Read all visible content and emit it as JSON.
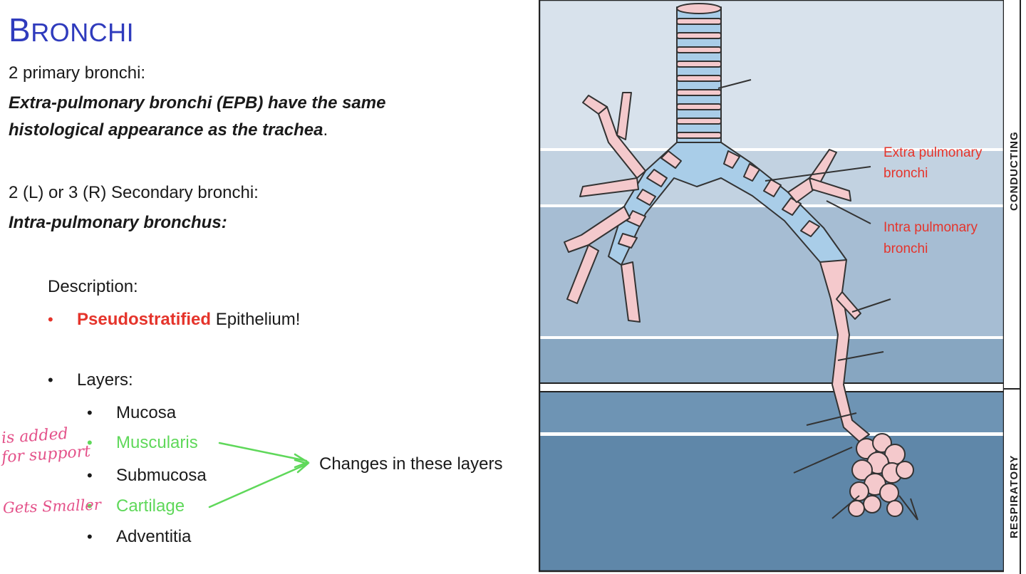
{
  "slide": {
    "title_initial": "B",
    "title_rest": "RONCHI",
    "primary_heading": "2 primary bronchi:",
    "epb_line1": "Extra-pulmonary bronchi (EPB) have the same",
    "epb_line2": "histological appearance as the trachea",
    "epb_period": ".",
    "secondary_heading": "2 (L) or 3 (R) Secondary bronchi:",
    "ipb_heading": "Intra-pulmonary bronchus:",
    "description_label": "Description:",
    "epithelium_highlight": "Pseudostratified",
    "epithelium_rest": " Epithelium!",
    "layers_label": "Layers:",
    "layers": [
      "Mucosa",
      "Muscularis",
      "Submucosa",
      "Cartilage",
      "Adventitia"
    ],
    "changes_note": "Changes in these layers",
    "bullet_glyph": "•"
  },
  "handwritten": {
    "muscularis_note_line1": "is added",
    "muscularis_note_line2": "for support",
    "cartilage_note": "Gets Smaller"
  },
  "diagram": {
    "label_extra_line1": "Extra pulmonary",
    "label_extra_line2": "bronchi",
    "label_intra_line1": "Intra pulmonary",
    "label_intra_line2": "bronchi",
    "side_conducting": "CONDUCTING",
    "side_respiratory": "RESPIRATORY"
  },
  "colors": {
    "title_blue": "#2f3bbd",
    "highlight_red": "#e5342b",
    "highlight_green": "#5fd85a",
    "handwriting_pink": "#e4528a",
    "airway_pink": "#f4c9cc",
    "cartilage_blue": "#a9cde8"
  }
}
